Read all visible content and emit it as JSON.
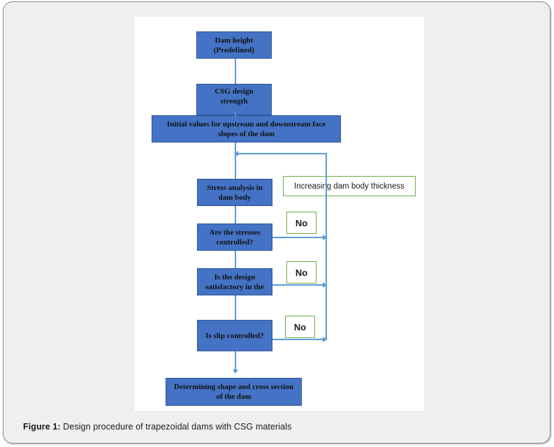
{
  "figure": {
    "caption_label": "Figure 1:",
    "caption_text": " Design procedure of trapezoidal dams with CSG materials"
  },
  "colors": {
    "node_fill": "#4472C4",
    "node_border": "#2F5597",
    "connector": "#5B9BD5",
    "label_border": "#70AD47",
    "card_background": "#EFEFEF",
    "panel_background": "#FFFFFF"
  },
  "flowchart": {
    "nodes": [
      {
        "id": "dam-height",
        "line1": "Dam height",
        "line2": "(Predefined)"
      },
      {
        "id": "csg-strength",
        "line1": "CSG design",
        "line2": "strength",
        "line3": ""
      },
      {
        "id": "initial-values",
        "line1": "Initial values for upstream and downstream face",
        "line2": "slopes of the dam"
      },
      {
        "id": "stress-analysis",
        "line1": "Stress analysis in",
        "line2": "dam body"
      },
      {
        "id": "stresses-check",
        "line1": "Are the stresses",
        "line2": "controlled?"
      },
      {
        "id": "design-check",
        "line1": "Is the design",
        "line2": "satisfactory in the"
      },
      {
        "id": "slip-check",
        "line1": "Is slip controlled?",
        "line2": ""
      },
      {
        "id": "determining-shape",
        "line1": "Determining shape and cross section",
        "line2": "of the dam"
      }
    ],
    "labels": {
      "increasing_thickness": "Increasing dam body thickness",
      "no_1": "No",
      "no_2": "No",
      "no_3": "No"
    }
  }
}
